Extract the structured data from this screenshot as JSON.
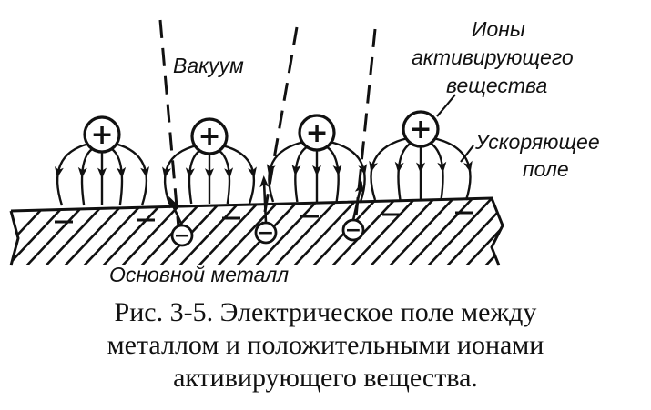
{
  "labels": {
    "vacuum": "Вакуум",
    "ions_line1": "Ионы",
    "ions_line2": "активирующего",
    "ions_line3": "вещества",
    "field_line1": "Ускоряющее",
    "field_line2": "поле",
    "base_metal": "Основной металл"
  },
  "symbols": {
    "positive": "+",
    "negative": "−"
  },
  "caption": {
    "line1": "Рис. 3-5. Электрическое поле между",
    "line2": "металлом и положительными ионами",
    "line3": "активирующего вещества."
  },
  "icons": {
    "positive_ion": "plus-in-circle-icon",
    "electron": "minus-in-circle-icon",
    "field_arrow": "down-arrow-icon"
  }
}
